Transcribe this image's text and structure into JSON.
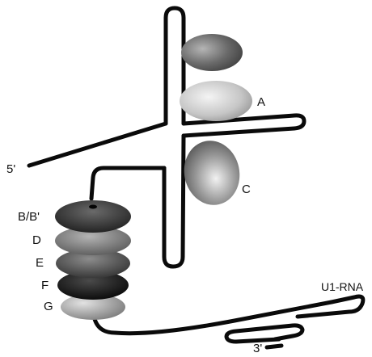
{
  "labels": {
    "five_prime": "5'",
    "three_prime": "3'",
    "rna_name": "U1-RNA",
    "protein_a": "A",
    "protein_c": "C",
    "ring_b": "B/B'",
    "ring_d": "D",
    "ring_e": "E",
    "ring_f": "F",
    "ring_g": "G"
  },
  "colors": {
    "rna_strand": "#0a0a0a",
    "protein_a_top": "#6e6e6e",
    "protein_a": "#c8c8c8",
    "protein_c": "#8a8a8a",
    "ring_b": "#3a3a3a",
    "ring_d": "#7c7c7c",
    "ring_e": "#555555",
    "ring_f": "#1c1c1c",
    "ring_g": "#a8a8a8"
  }
}
